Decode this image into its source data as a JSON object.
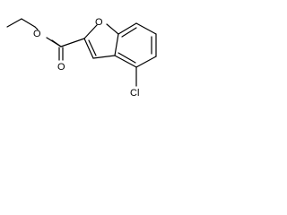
{
  "molecule": {
    "atoms": {
      "ester_oxygen": "O",
      "ring_oxygen": "O",
      "carbonyl_oxygen": "O",
      "chlorine": "Cl"
    }
  }
}
